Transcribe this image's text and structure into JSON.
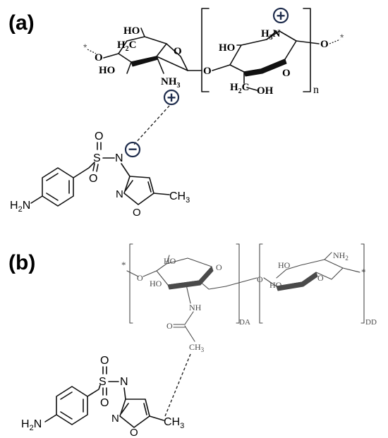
{
  "panel_a": {
    "label": "(a)",
    "chitosan": {
      "ho_top": "HO",
      "h2c": "H",
      "h2c_sub": "2",
      "h2c_c": "C",
      "ho_left": "HO",
      "nh3": "NH",
      "nh3_sub": "3",
      "h3n": "H",
      "h3n_sub": "3",
      "h3n_n": "N",
      "ho_right": "HO",
      "h2c2": "H",
      "h2c2_sub": "2",
      "h2c2_c": "C",
      "oh": "OH",
      "repeat": "n",
      "plus_1": "+",
      "plus_2": "+",
      "end_star_left": "*",
      "end_star_right": "*"
    },
    "drug": {
      "o_top": "O",
      "s": "S",
      "o_bottom": "O",
      "n": "N",
      "minus": "−",
      "h2n": "H",
      "h2n_sub": "2",
      "h2n_n": "N",
      "ring_n": "N",
      "ring_o": "O",
      "ch3": "CH",
      "ch3_sub": "3"
    }
  },
  "panel_b": {
    "label": "(b)",
    "chitin": {
      "ho1": "HO",
      "ho2": "HO",
      "nh": "NH",
      "o_carbonyl": "O",
      "ch3": "CH",
      "ch3_sub": "3",
      "da": "DA",
      "ho3": "HO",
      "ho4": "HO",
      "nh2": "NH",
      "nh2_sub": "2",
      "dd": "DD",
      "end_star_left": "*",
      "end_star_right": "*"
    },
    "drug": {
      "o_top": "O",
      "s": "S",
      "o_bottom": "O",
      "n": "N",
      "h2n": "H",
      "h2n_sub": "2",
      "h2n_n": "N",
      "ring_n": "N",
      "ring_o": "O",
      "ch3": "CH",
      "ch3_sub": "3"
    }
  }
}
